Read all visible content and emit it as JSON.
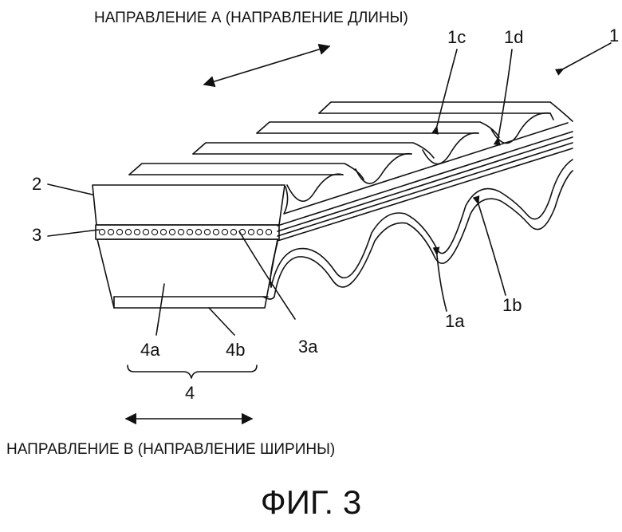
{
  "direction_a": "НАПРАВЛЕНИЕ А (НАПРАВЛЕНИЕ ДЛИНЫ)",
  "direction_b": "НАПРАВЛЕНИЕ В (НАПРАВЛЕНИЕ ШИРИНЫ)",
  "figure_caption": "ФИГ. 3",
  "labels": {
    "belt": "1",
    "bottom_tooth": "1a",
    "bottom_groove": "1b",
    "top_ridge": "1c",
    "top_groove": "1d",
    "upper_layer": "2",
    "cord_layer": "3",
    "cord": "3a",
    "lower_layer": "4",
    "lower_layer_a": "4a",
    "lower_layer_b": "4b"
  }
}
